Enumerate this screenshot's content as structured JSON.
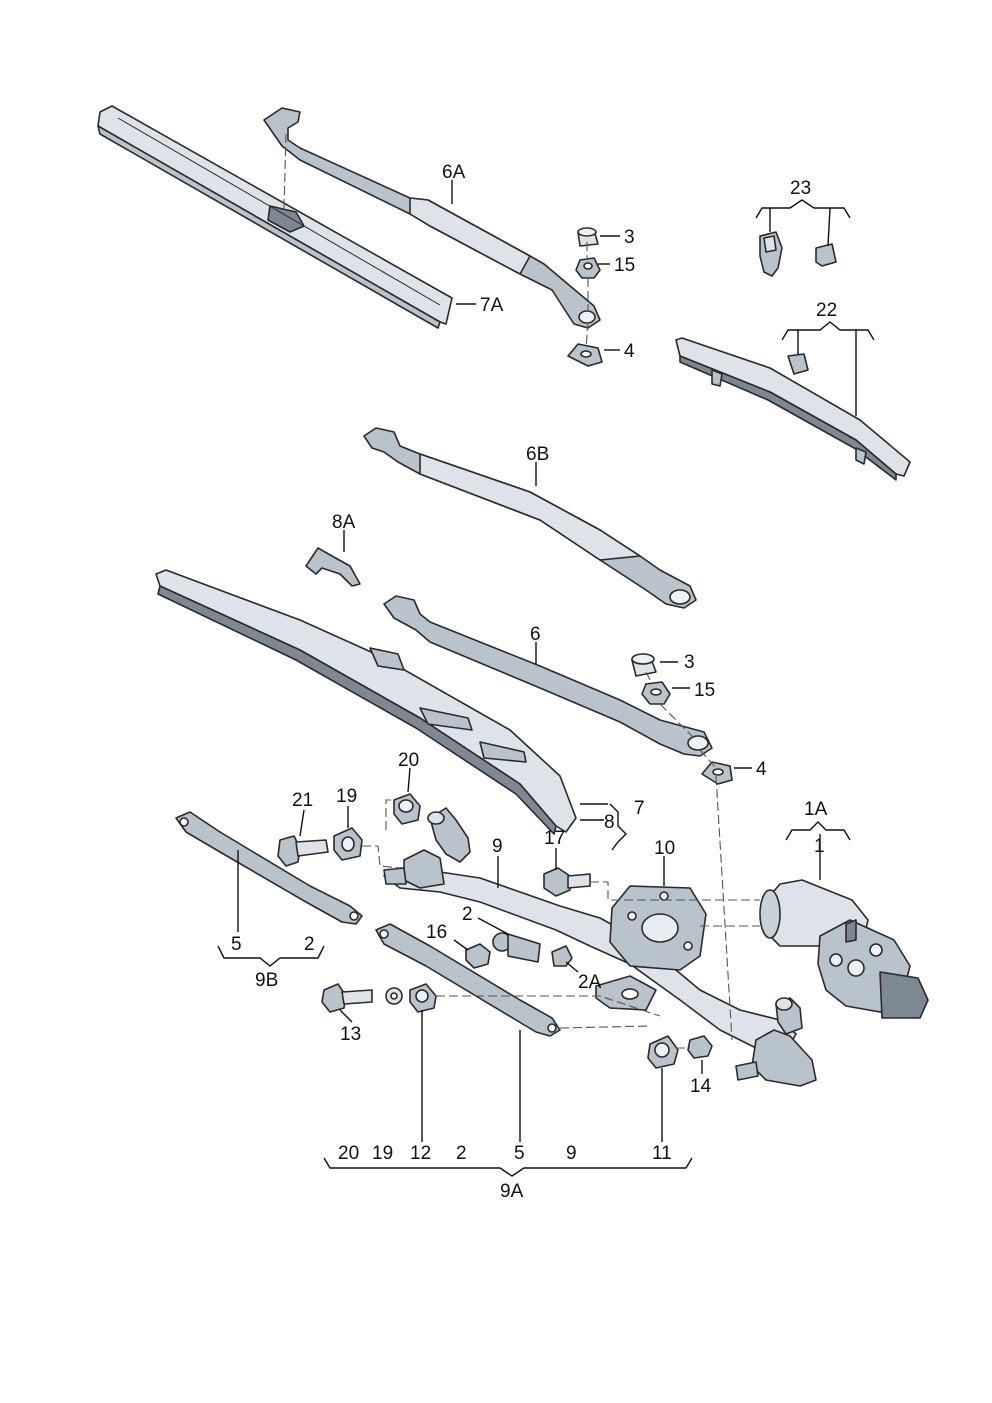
{
  "labels": {
    "l6A": "6A",
    "l7A": "7A",
    "l3a": "3",
    "l15a": "15",
    "l4a": "4",
    "l23": "23",
    "l22": "22",
    "l6B": "6B",
    "l8A": "8A",
    "l6": "6",
    "l3b": "3",
    "l15b": "15",
    "l4b": "4",
    "l7": "7",
    "l8": "8",
    "l1A": "1A",
    "l1": "1",
    "l20": "20",
    "l21": "21",
    "l19": "19",
    "l9": "9",
    "l17": "17",
    "l10": "10",
    "l16": "16",
    "l2a": "2",
    "l2A": "2A",
    "l5a": "5",
    "l2b": "2",
    "l9B": "9B",
    "l13": "13",
    "l12": "12",
    "l11": "11",
    "l14": "14",
    "l5b": "5",
    "bottom": {
      "b20": "20",
      "b19": "19",
      "b12": "12",
      "b2": "2",
      "b5": "5",
      "b9": "9",
      "b11": "11"
    },
    "l9A": "9A"
  }
}
